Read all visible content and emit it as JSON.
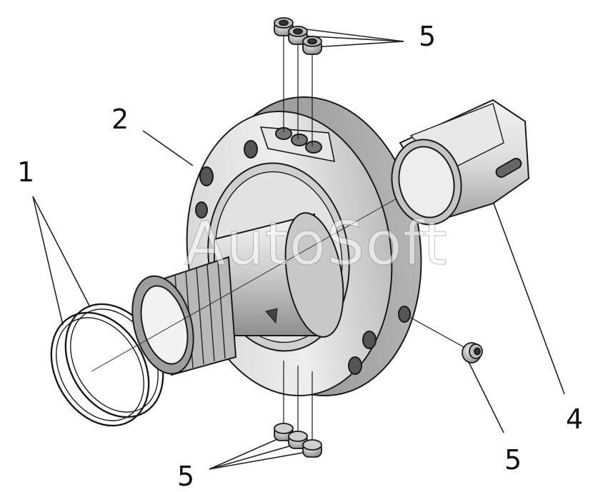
{
  "watermark": "AutoSoft",
  "callouts": {
    "c1": "1",
    "c2": "2",
    "c4": "4",
    "c5_top": "5",
    "c5_right": "5",
    "c5_bottom": "5"
  }
}
